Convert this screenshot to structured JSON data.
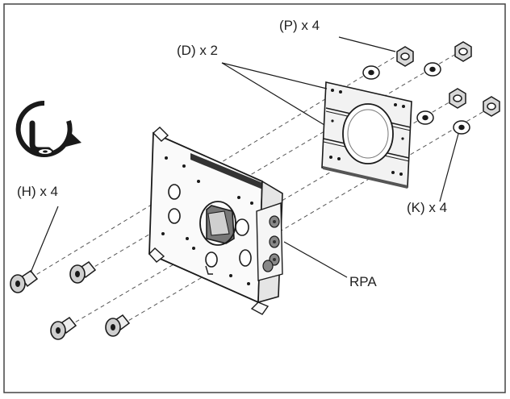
{
  "labels": {
    "p": "(P) x 4",
    "d": "(D) x 2",
    "h": "(H) x 4",
    "k": "(K) x 4",
    "rpa": "RPA"
  },
  "colors": {
    "stroke": "#1a1a1a",
    "frame": "#444444",
    "shade": "#9a9a9a",
    "light": "#d8d8d8"
  },
  "icons": {
    "rotation": "clockwise-tighten-icon"
  }
}
